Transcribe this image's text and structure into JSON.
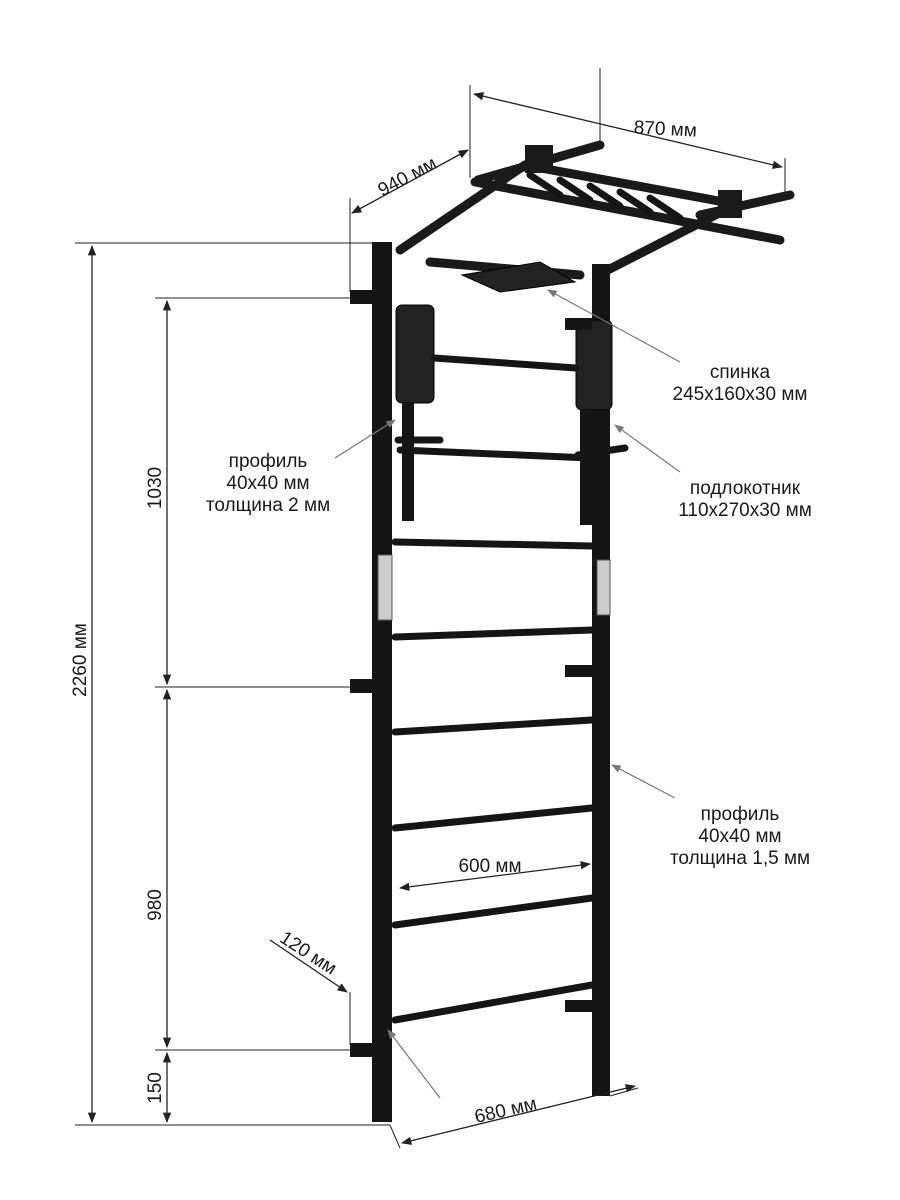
{
  "dimensions": {
    "total_height": "2260 мм",
    "upper_section": "1030",
    "middle_section": "980",
    "bottom_section": "150",
    "depth_top": "940 мм",
    "width_top": "870 мм",
    "rung_width": "600 мм",
    "base_width": "680 мм",
    "wall_offset": "120 мм"
  },
  "callouts": {
    "backrest": {
      "line1": "спинка",
      "line2": "245х160х30 мм"
    },
    "armrest": {
      "line1": "подлокотник",
      "line2": "110х270х30 мм"
    },
    "profile_left": {
      "line1": "профиль",
      "line2": "40х40 мм",
      "line3": "толщина 2 мм"
    },
    "profile_right": {
      "line1": "профиль",
      "line2": "40х40 мм",
      "line3": "толщина 1,5 мм"
    }
  },
  "colors": {
    "frame": "#151515",
    "dimension": "#222222",
    "leader": "#777777"
  }
}
